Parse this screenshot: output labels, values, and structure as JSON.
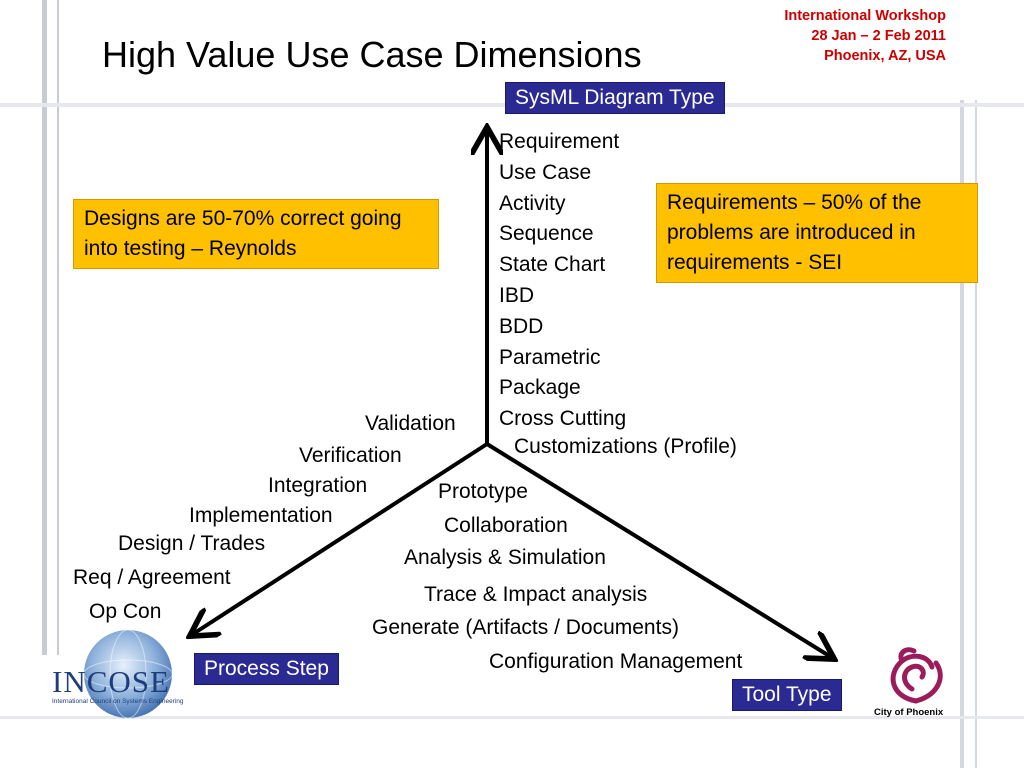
{
  "header": {
    "title": "High Value Use Case Dimensions",
    "workshop": [
      "International Workshop",
      "28 Jan – 2 Feb 2011",
      "Phoenix, AZ, USA"
    ]
  },
  "axes": {
    "sysml_label": "SysML Diagram Type",
    "process_label": "Process Step",
    "tool_label": "Tool Type"
  },
  "notes": {
    "designs": "Designs are 50-70% correct going into testing – Reynolds",
    "requirements": "Requirements – 50% of the problems are introduced in requirements - SEI"
  },
  "sysml_items": [
    "Requirement",
    "Use Case",
    "Activity",
    "Sequence",
    "State Chart",
    "IBD",
    "BDD",
    "Parametric",
    "Package",
    "Cross Cutting"
  ],
  "sysml_extra": "Customizations (Profile)",
  "process_items": [
    "Validation",
    "Verification",
    "Integration",
    "Implementation",
    "Design / Trades",
    "Req / Agreement",
    "Op Con"
  ],
  "tool_items": [
    "Prototype",
    "Collaboration",
    "Analysis & Simulation",
    "Trace & Impact analysis",
    "Generate (Artifacts / Documents)",
    "Configuration Management"
  ],
  "logos": {
    "incose": "INCOSE",
    "incose_sub": "International Council on Systems Engineering",
    "phoenix": "City of Phoenix"
  },
  "colors": {
    "label_bg": "#2a2a92",
    "note_bg": "#ffc000",
    "workshop_text": "#cc0000",
    "phoenix_logo": "#9b1c5a"
  }
}
